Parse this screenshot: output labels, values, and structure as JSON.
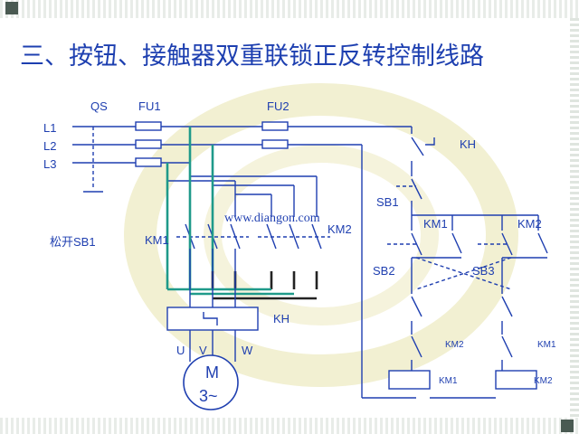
{
  "title": "三、按钮、接触器双重联锁正反转控制线路",
  "labels": {
    "qs": "QS",
    "fu1": "FU1",
    "fu2": "FU2",
    "l1": "L1",
    "l2": "L2",
    "l3": "L3",
    "km1_main": "KM1",
    "km2_main": "KM2",
    "release_sb1": "松开SB1",
    "kh_main": "KH",
    "kh_ctrl": "KH",
    "u": "U",
    "v": "V",
    "w": "W",
    "motor_m": "M",
    "motor_3ph": "3~",
    "sb1": "SB1",
    "sb2": "SB2",
    "sb3": "SB3",
    "km1_aux": "KM1",
    "km2_aux": "KM2",
    "km2_interlock": "KM2",
    "km1_interlock": "KM1",
    "km1_coil": "KM1",
    "km2_coil": "KM2",
    "watermark": "www.diangon.com"
  },
  "colors": {
    "wire": "#1f3fb0",
    "title": "#1d3fb0",
    "main_l1": "#1f9a8a",
    "main_l2": "#232323"
  }
}
